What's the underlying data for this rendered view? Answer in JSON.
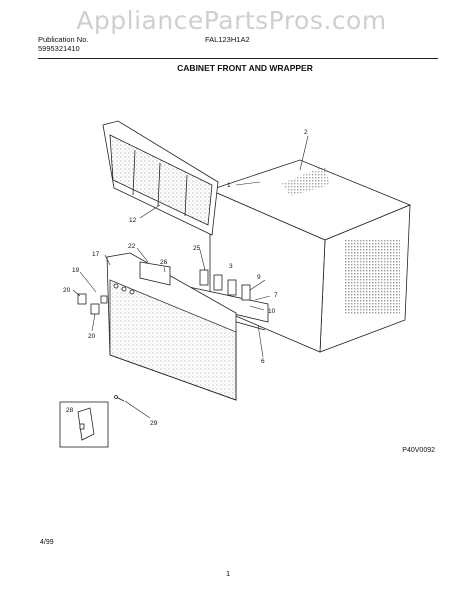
{
  "watermark": "AppliancePartsPros.com",
  "header": {
    "publication_label": "Publication No.",
    "publication_number": "5995321410",
    "model": "FAL123H1A2",
    "section_title": "CABINET FRONT AND WRAPPER"
  },
  "diagram": {
    "callouts": [
      {
        "id": "c1",
        "label": "1"
      },
      {
        "id": "c2",
        "label": "2"
      },
      {
        "id": "c3",
        "label": "3"
      },
      {
        "id": "c6",
        "label": "6"
      },
      {
        "id": "c7",
        "label": "7"
      },
      {
        "id": "c9",
        "label": "9"
      },
      {
        "id": "c10",
        "label": "10"
      },
      {
        "id": "c12",
        "label": "12"
      },
      {
        "id": "c17",
        "label": "17"
      },
      {
        "id": "c19",
        "label": "19"
      },
      {
        "id": "c20a",
        "label": "20"
      },
      {
        "id": "c20b",
        "label": "20"
      },
      {
        "id": "c22",
        "label": "22"
      },
      {
        "id": "c25",
        "label": "25"
      },
      {
        "id": "c26",
        "label": "26"
      },
      {
        "id": "c28",
        "label": "28"
      },
      {
        "id": "c29",
        "label": "29"
      }
    ],
    "drawing_code": "P40V0092"
  },
  "footer": {
    "date": "4/99",
    "page": "1"
  }
}
